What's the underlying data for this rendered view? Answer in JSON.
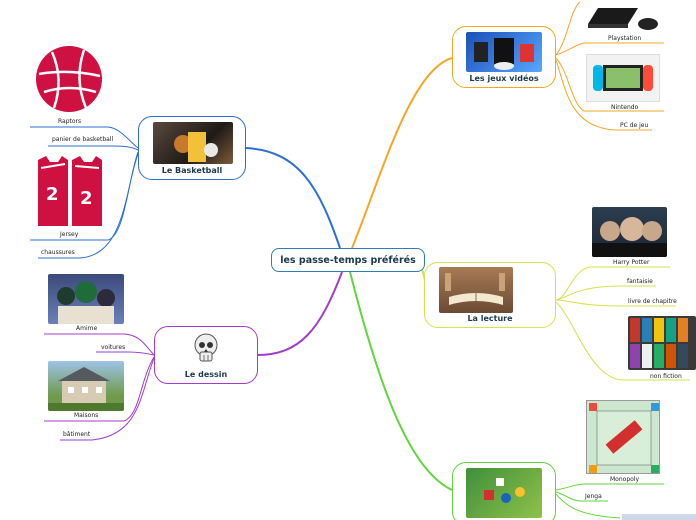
{
  "central": "les passe-temps préférés",
  "colors": {
    "blue": "#2b6fd6",
    "orange": "#f5a623",
    "yellow": "#d6e04a",
    "green": "#5fd639",
    "purple": "#a23ccf"
  },
  "branches": {
    "basketball": {
      "title": "Le Basketball",
      "items": [
        "Raptors",
        "panier de basketball",
        "Jersey",
        "chaussures"
      ]
    },
    "dessin": {
      "title": "Le dessin",
      "items": [
        "Amime",
        "voitures",
        "Maisons",
        "bâtiment"
      ]
    },
    "jeux": {
      "title": "Les jeux vidéos",
      "items": [
        "Playstation",
        "Nintendo",
        "PC de jeu"
      ]
    },
    "lecture": {
      "title": "La lecture",
      "items": [
        "Harry Potter",
        "fantaisie",
        "livre de chapitre",
        "non fiction"
      ]
    },
    "societe": {
      "title": "",
      "items": [
        "Monopoly",
        "Jenga"
      ]
    }
  }
}
